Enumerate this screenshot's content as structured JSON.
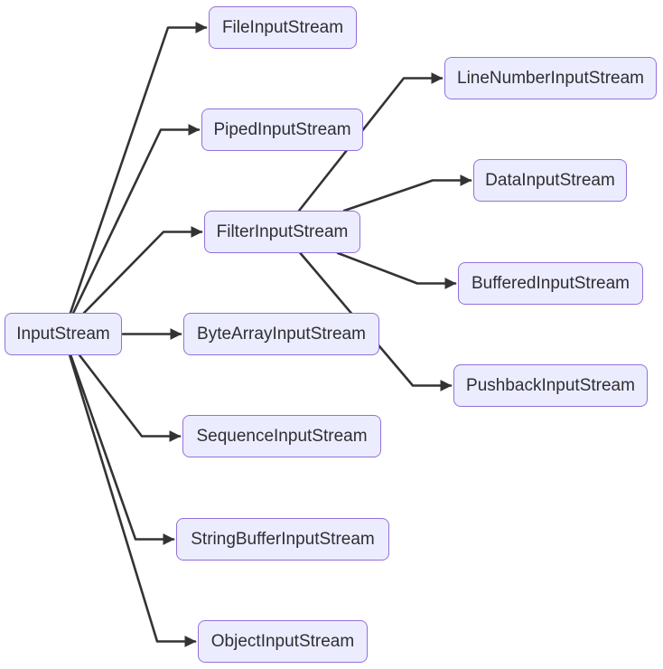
{
  "diagram": {
    "type": "class-hierarchy-flowchart",
    "direction": "left-to-right",
    "title": "",
    "nodes": [
      {
        "id": "InputStream",
        "label": "InputStream"
      },
      {
        "id": "FileInputStream",
        "label": "FileInputStream"
      },
      {
        "id": "PipedInputStream",
        "label": "PipedInputStream"
      },
      {
        "id": "FilterInputStream",
        "label": "FilterInputStream"
      },
      {
        "id": "ByteArrayInputStream",
        "label": "ByteArrayInputStream"
      },
      {
        "id": "SequenceInputStream",
        "label": "SequenceInputStream"
      },
      {
        "id": "StringBufferInputStream",
        "label": "StringBufferInputStream"
      },
      {
        "id": "ObjectInputStream",
        "label": "ObjectInputStream"
      },
      {
        "id": "LineNumberInputStream",
        "label": "LineNumberInputStream"
      },
      {
        "id": "DataInputStream",
        "label": "DataInputStream"
      },
      {
        "id": "BufferedInputStream",
        "label": "BufferedInputStream"
      },
      {
        "id": "PushbackInputStream",
        "label": "PushbackInputStream"
      }
    ],
    "edges": [
      {
        "from": "InputStream",
        "to": "FileInputStream"
      },
      {
        "from": "InputStream",
        "to": "PipedInputStream"
      },
      {
        "from": "InputStream",
        "to": "FilterInputStream"
      },
      {
        "from": "InputStream",
        "to": "ByteArrayInputStream"
      },
      {
        "from": "InputStream",
        "to": "SequenceInputStream"
      },
      {
        "from": "InputStream",
        "to": "StringBufferInputStream"
      },
      {
        "from": "InputStream",
        "to": "ObjectInputStream"
      },
      {
        "from": "FilterInputStream",
        "to": "LineNumberInputStream"
      },
      {
        "from": "FilterInputStream",
        "to": "DataInputStream"
      },
      {
        "from": "FilterInputStream",
        "to": "BufferedInputStream"
      },
      {
        "from": "FilterInputStream",
        "to": "PushbackInputStream"
      }
    ],
    "colors": {
      "background": "#FFFFFF",
      "node_fill": "#ECECFF",
      "node_border": "#9370DB",
      "text_color": "#2E2E33",
      "edge_color": "#333333",
      "arrow_color": "#333333"
    }
  }
}
